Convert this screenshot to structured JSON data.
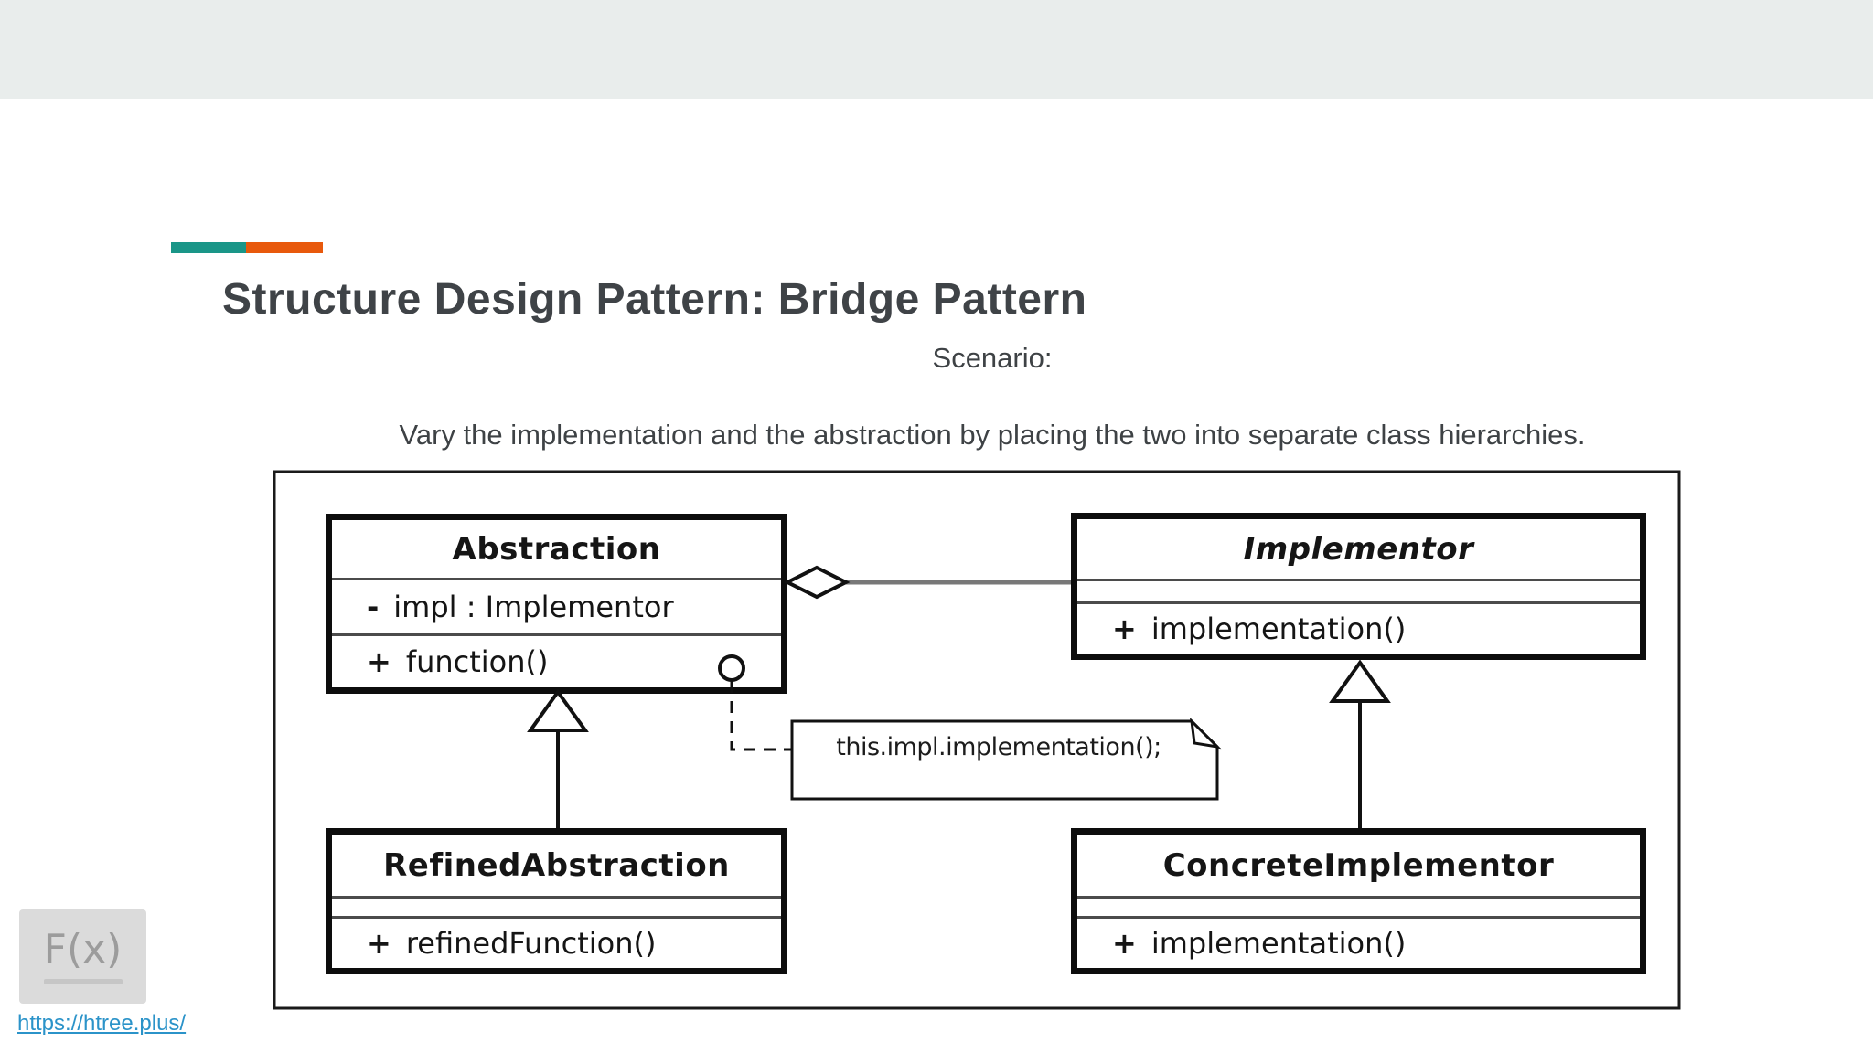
{
  "slide": {
    "title": "Structure Design Pattern: Bridge Pattern",
    "subtitle": "Scenario:",
    "description": "Vary the implementation and the abstraction by placing the two into separate class hierarchies.",
    "accent_colors": {
      "teal": "#1A9688",
      "orange": "#E8590C"
    },
    "title_color": "#3F4347"
  },
  "diagram": {
    "type": "uml-class-diagram",
    "classes": [
      {
        "id": "abstraction",
        "name": "Abstraction",
        "attributes": [
          {
            "visibility": "-",
            "text": "impl : Implementor"
          }
        ],
        "methods": [
          {
            "visibility": "+",
            "text": "function()"
          }
        ]
      },
      {
        "id": "implementor",
        "name": "Implementor",
        "attributes": [],
        "methods": [
          {
            "visibility": "+",
            "text": "implementation()"
          }
        ]
      },
      {
        "id": "refined-abstraction",
        "name": "RefinedAbstraction",
        "attributes": [],
        "methods": [
          {
            "visibility": "+",
            "text": "refinedFunction()"
          }
        ]
      },
      {
        "id": "concrete-implementor",
        "name": "ConcreteImplementor",
        "attributes": [],
        "methods": [
          {
            "visibility": "+",
            "text": "implementation()"
          }
        ]
      }
    ],
    "relationships": [
      {
        "type": "aggregation",
        "from": "Abstraction",
        "to": "Implementor",
        "marker": "hollow-diamond"
      },
      {
        "type": "inheritance",
        "from": "RefinedAbstraction",
        "to": "Abstraction",
        "marker": "hollow-triangle"
      },
      {
        "type": "inheritance",
        "from": "ConcreteImplementor",
        "to": "Implementor",
        "marker": "hollow-triangle"
      },
      {
        "type": "note-anchor",
        "from": "Abstraction.function()",
        "to": "note",
        "marker": "circle-plus-dashed-line"
      }
    ],
    "note": {
      "text": "this.impl.implementation();"
    }
  },
  "footer": {
    "logo_text": "F(x)",
    "link": {
      "text": "https://htree.plus/",
      "href": "https://htree.plus/",
      "color": "#2B93C9"
    }
  }
}
